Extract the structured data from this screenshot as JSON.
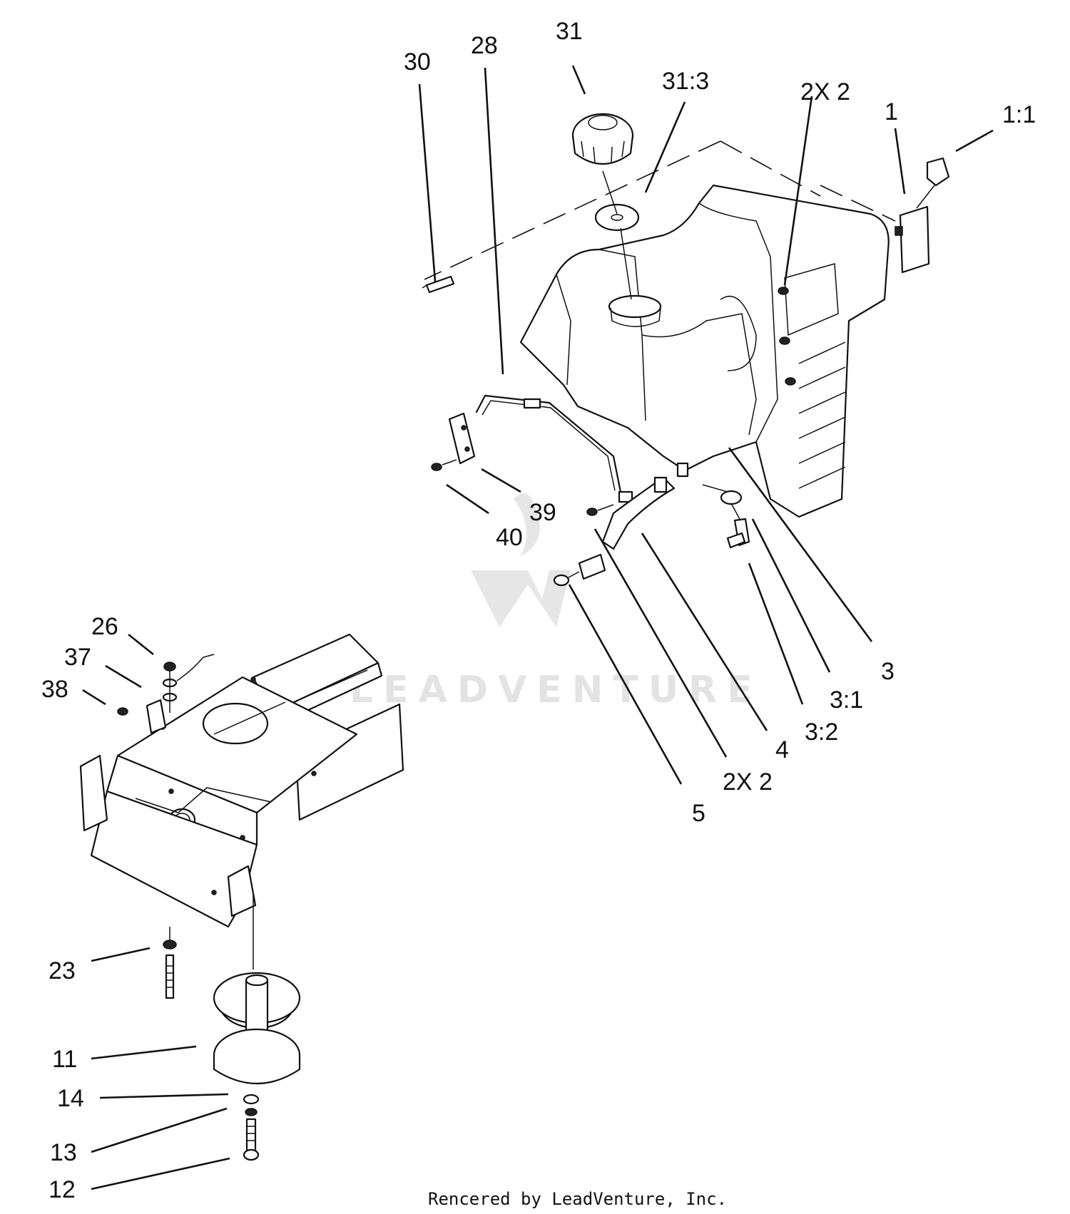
{
  "watermark": {
    "text": "LEADVENTURE"
  },
  "footer": {
    "credit": "Rencered by LeadVenture, Inc."
  },
  "callouts": {
    "c30": "30",
    "c28": "28",
    "c31": "31",
    "c31_3": "31:3",
    "c2x2_top": "2X 2",
    "c1": "1",
    "c1_1": "1:1",
    "c39": "39",
    "c40": "40",
    "c3": "3",
    "c3_1": "3:1",
    "c3_2": "3:2",
    "c4": "4",
    "c2x2_bottom": "2X 2",
    "c5": "5",
    "c26": "26",
    "c37": "37",
    "c38": "38",
    "c23": "23",
    "c11": "11",
    "c14": "14",
    "c13": "13",
    "c12": "12"
  }
}
